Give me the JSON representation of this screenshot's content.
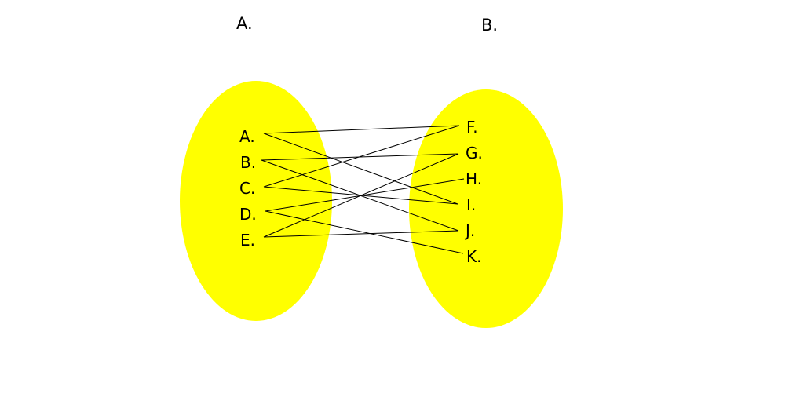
{
  "colors": {
    "set_fill": "#ffff00",
    "line": "#000000",
    "text": "#000000",
    "background": "#ffffff"
  },
  "set_a": {
    "title": "A.",
    "elements": [
      "A.",
      "B.",
      "C.",
      "D.",
      "E."
    ]
  },
  "set_b": {
    "title": "B.",
    "elements": [
      "F.",
      "G.",
      "H.",
      "I.",
      "J.",
      "K."
    ]
  },
  "mappings": [
    {
      "from": "A.",
      "to": "F."
    },
    {
      "from": "A.",
      "to": "I."
    },
    {
      "from": "B.",
      "to": "G."
    },
    {
      "from": "B.",
      "to": "J."
    },
    {
      "from": "C.",
      "to": "F."
    },
    {
      "from": "C.",
      "to": "I."
    },
    {
      "from": "D.",
      "to": "H."
    },
    {
      "from": "D.",
      "to": "K."
    },
    {
      "from": "E.",
      "to": "G."
    },
    {
      "from": "E.",
      "to": "J."
    }
  ]
}
